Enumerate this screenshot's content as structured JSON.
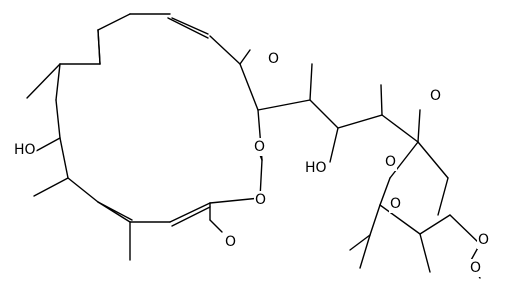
{
  "structure": {
    "type": "skeletal-formula",
    "bond_color": "#000000",
    "background": "#ffffff",
    "atom_labels": [
      "O",
      "O",
      "HO",
      "O",
      "O",
      "O",
      "HO",
      "O",
      "O",
      "O",
      "O"
    ]
  }
}
